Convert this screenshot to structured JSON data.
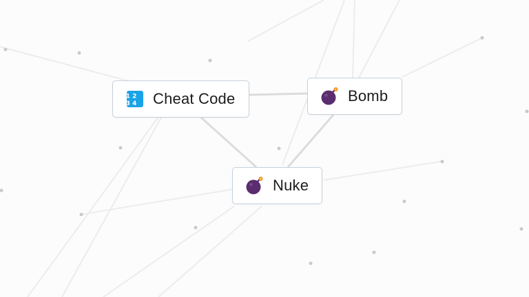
{
  "board": {
    "elements": [
      {
        "id": "cheat-code",
        "label": "Cheat Code",
        "icon": "numbers-keycap-icon",
        "icon_glyph_rows": [
          "1 2",
          "3 4"
        ],
        "icon_color": "#1aa3e8"
      },
      {
        "id": "bomb",
        "label": "Bomb",
        "icon": "bomb-icon",
        "icon_color": "#5a2d6e"
      },
      {
        "id": "nuke",
        "label": "Nuke",
        "icon": "bomb-icon",
        "icon_color": "#5a2d6e"
      }
    ],
    "connections": [
      {
        "from": "cheat-code",
        "to": "bomb"
      },
      {
        "from": "cheat-code",
        "to": "nuke"
      },
      {
        "from": "bomb",
        "to": "nuke"
      }
    ]
  },
  "colors": {
    "background": "#fcfcfc",
    "element_border": "#c6d0db",
    "element_text": "#1c1c1c",
    "line": "#dcdcdc",
    "bomb_fuse": "#f28c28"
  }
}
